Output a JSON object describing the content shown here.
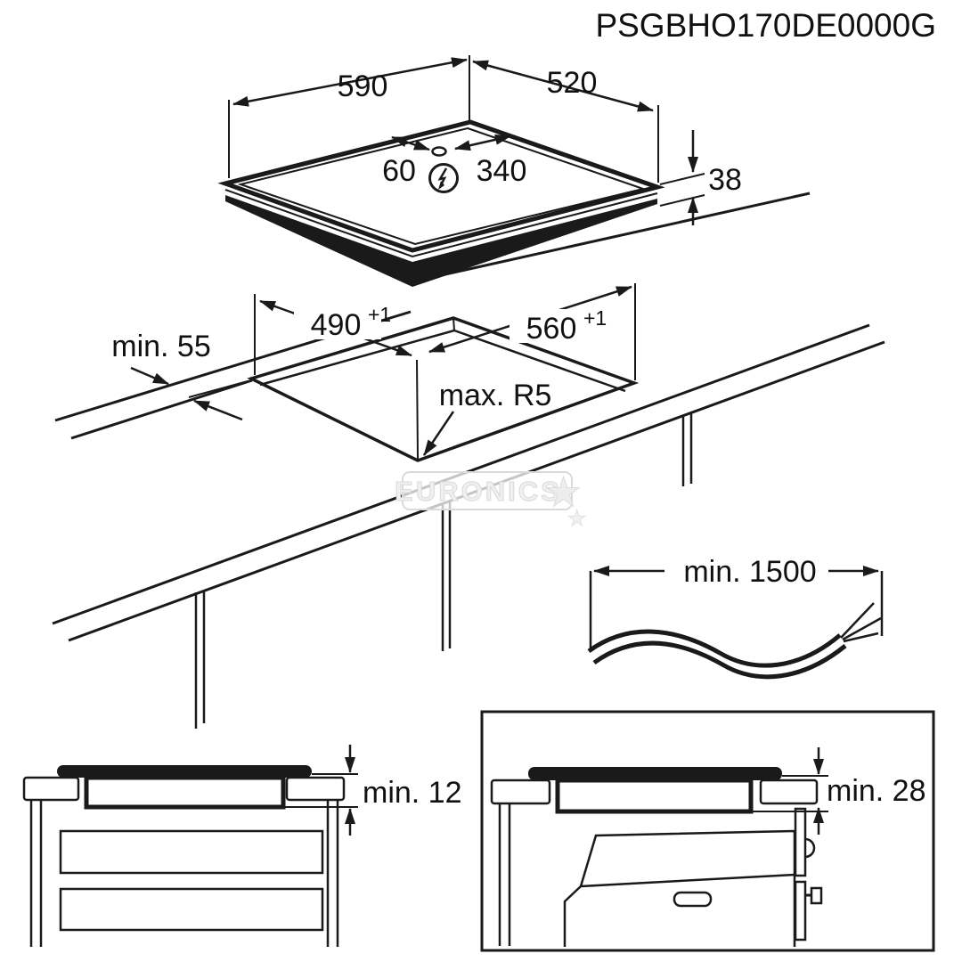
{
  "title": "PSGBHO170DE0000G",
  "watermark": {
    "text": "EURONICS",
    "star": "★"
  },
  "hob_view": {
    "width": "590",
    "depth": "520",
    "cable_offset_left": "60",
    "cable_offset_right": "340",
    "height": "38",
    "power_symbol": "lightning-bolt"
  },
  "cutout_view": {
    "depth": "490",
    "depth_tolerance": "+1",
    "width": "560",
    "width_tolerance": "+1",
    "front_edge_distance": "min. 55",
    "corner_radius": "max. R5"
  },
  "cable_figure": {
    "length": "min. 1500"
  },
  "clearance_details": {
    "above_drawer": "min. 12",
    "above_oven": "min. 28"
  },
  "colors": {
    "line": "#1a1a1a",
    "watermark": "#d9d9d9",
    "background": "#ffffff"
  }
}
